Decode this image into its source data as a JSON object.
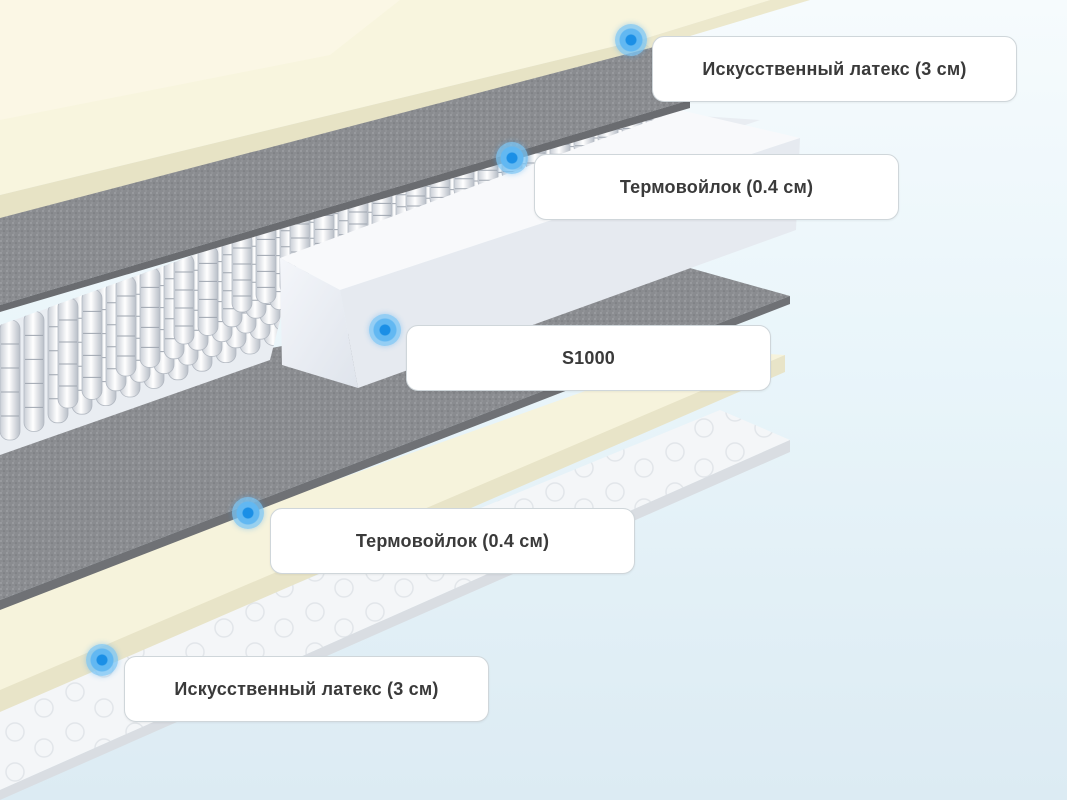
{
  "layers": [
    {
      "id": "top-latex",
      "label": "Искусственный латекс (3 см)"
    },
    {
      "id": "top-felt",
      "label": "Термовойлок (0.4 см)"
    },
    {
      "id": "springs",
      "label": "S1000"
    },
    {
      "id": "bottom-felt",
      "label": "Термовойлок (0.4 см)"
    },
    {
      "id": "bottom-latex",
      "label": "Искусственный латекс (3 см)"
    }
  ],
  "colors": {
    "latex": "#f7f4dc",
    "felt": "#8b8d91",
    "foam": "#eef1f5",
    "marker": "#1b8fe6",
    "label_text": "#3a3a3a"
  }
}
